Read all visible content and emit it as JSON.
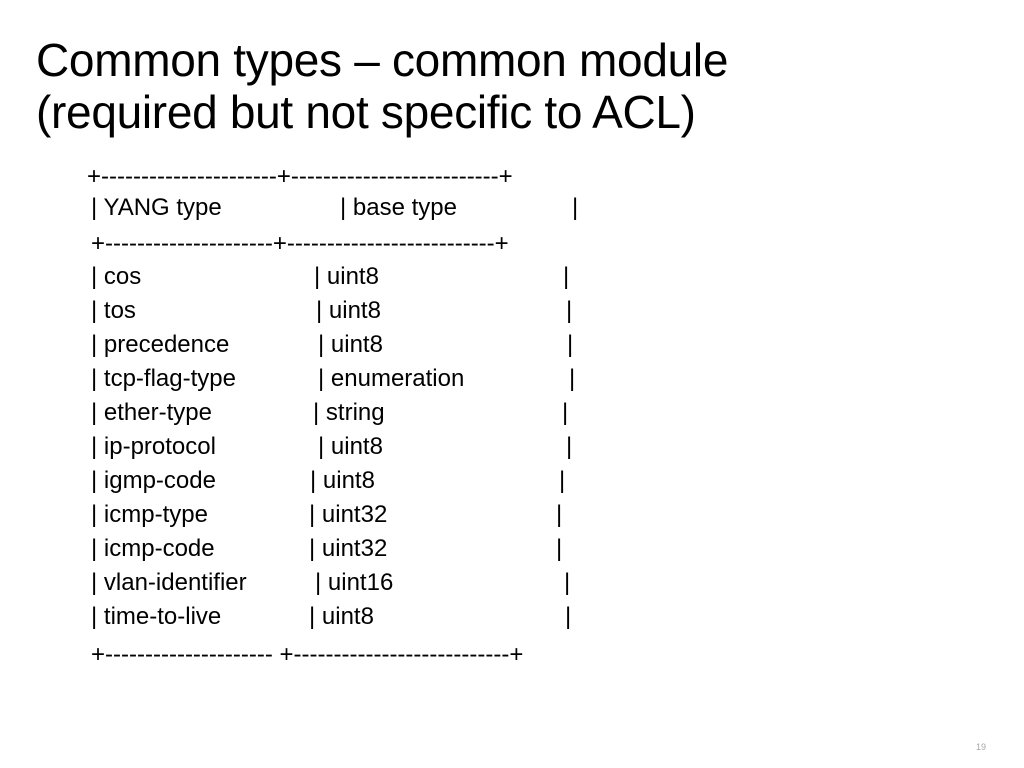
{
  "slide": {
    "title_line1": "Common types – common module",
    "title_line2": "(required but not specific to ACL)",
    "page_number": "19"
  },
  "table": {
    "border_top": "+----------------------+--------------------------+",
    "header": [
      "| YANG type",
      "| base type",
      "|"
    ],
    "border_header": "+---------------------+--------------------------+",
    "rows": [
      [
        "| cos",
        "| uint8",
        "|"
      ],
      [
        "| tos",
        "| uint8",
        "|"
      ],
      [
        "| precedence",
        "| uint8",
        "|"
      ],
      [
        "| tcp-flag-type",
        "| enumeration",
        "|"
      ],
      [
        "| ether-type",
        "| string",
        "|"
      ],
      [
        "| ip-protocol",
        "| uint8",
        "|"
      ],
      [
        "| igmp-code",
        "| uint8",
        "|"
      ],
      [
        "| icmp-type",
        "| uint32",
        "|"
      ],
      [
        "| icmp-code",
        "| uint32",
        "|"
      ],
      [
        "| vlan-identifier",
        "| uint16",
        "|"
      ],
      [
        "| time-to-live",
        "| uint8",
        "|"
      ]
    ],
    "border_bottom": "+--------------------- +---------------------------+"
  }
}
